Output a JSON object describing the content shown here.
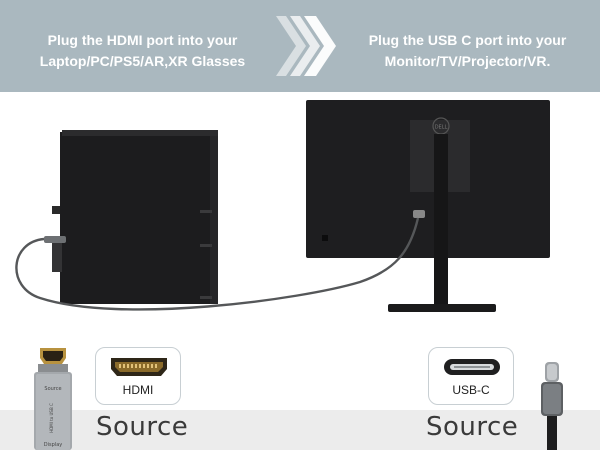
{
  "banner": {
    "left_text": "Plug the HDMI port into your Laptop/PC/PS5/AR,XR Glasses",
    "right_text": "Plug the USB C port into your Monitor/TV/Projector/VR.",
    "background": "#aab8bf"
  },
  "monitor": {
    "logo": "DELL"
  },
  "ports": {
    "hdmi_label": "HDMI",
    "usbc_label": "USB-C"
  },
  "sources": {
    "left": "Source",
    "right": "Source"
  },
  "adapter": {
    "text_top": "Source",
    "text_brand": "HDMI to USB C",
    "text_bottom": "Display"
  },
  "icons": [
    "chevrons-right-icon",
    "hdmi-port-icon",
    "usbc-port-icon"
  ]
}
